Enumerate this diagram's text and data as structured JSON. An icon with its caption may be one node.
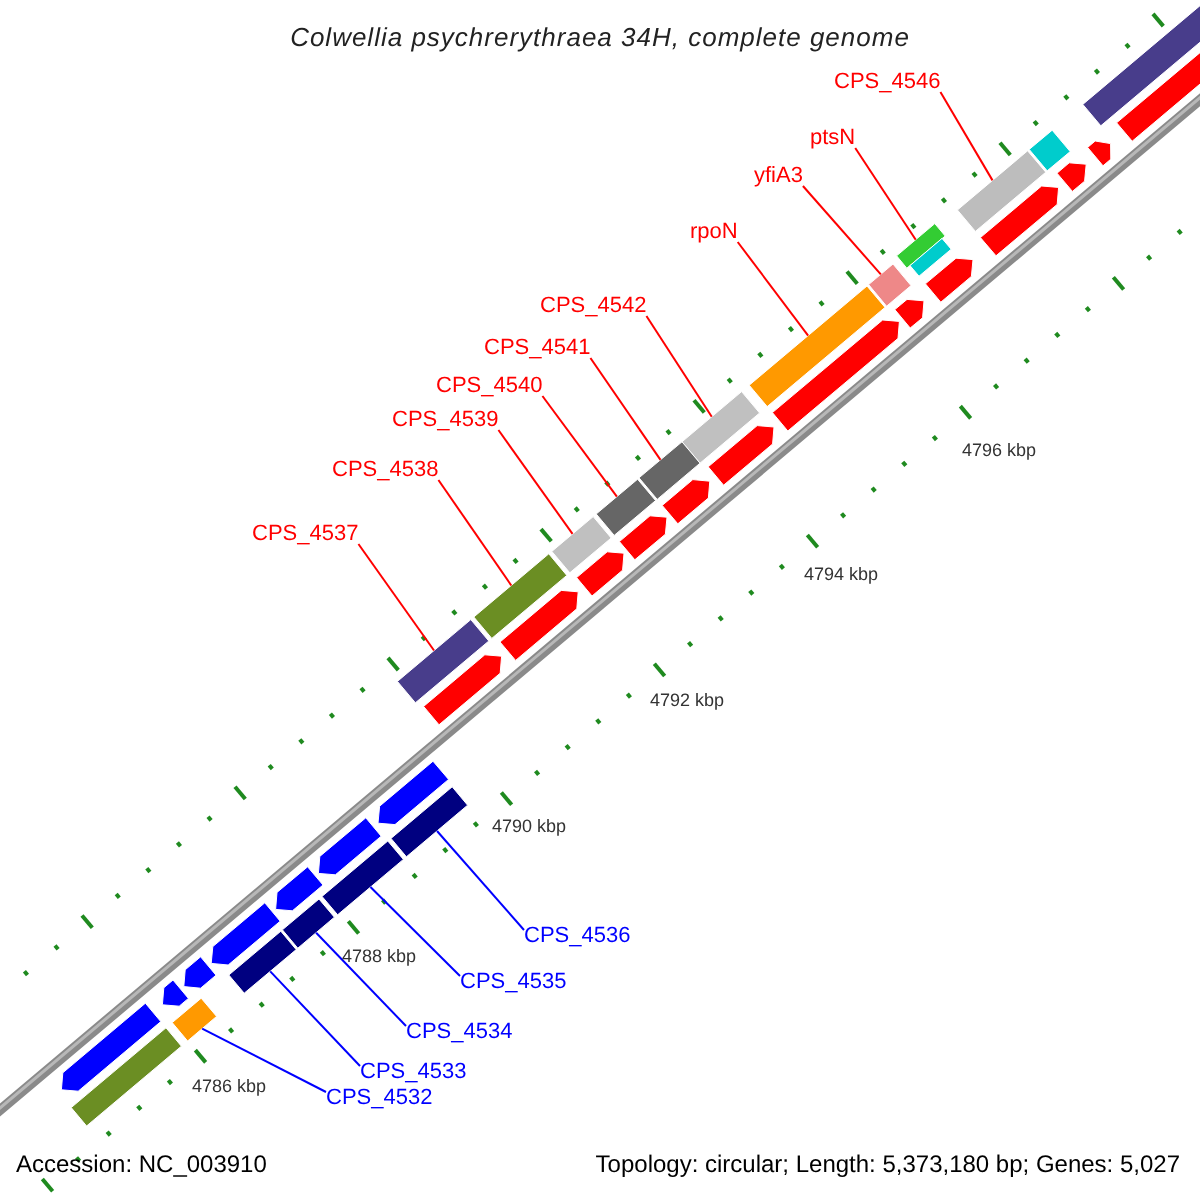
{
  "diagram": {
    "title": "Colwellia psychrerythraea 34H, complete genome",
    "nodes": [
      {
        "text": [
          "CPS_4546"
        ]
      },
      {
        "text": [
          "ptsN"
        ]
      },
      {
        "text": [
          "yfiA3"
        ]
      },
      {
        "text": [
          "rpoN"
        ]
      },
      {
        "text": [
          "CPS_4542"
        ]
      },
      {
        "text": [
          "CPS_4541"
        ]
      },
      {
        "text": [
          "CPS_4540"
        ]
      },
      {
        "text": [
          "CPS_4539"
        ]
      },
      {
        "text": [
          "CPS_4538"
        ]
      },
      {
        "text": [
          "CPS_4537"
        ]
      },
      {
        "text": [
          "CPS_4536"
        ]
      },
      {
        "text": [
          "CPS_4535"
        ]
      },
      {
        "text": [
          "CPS_4534"
        ]
      },
      {
        "text": [
          "CPS_4533"
        ]
      },
      {
        "text": [
          "CPS_4532"
        ]
      },
      {
        "text": [],
        "shape": "bar"
      },
      {
        "text": [],
        "shape": "bar"
      },
      {
        "text": [],
        "shape": "bar"
      },
      {
        "text": [],
        "shape": "bar"
      },
      {
        "text": [],
        "shape": "bar"
      },
      {
        "text": [],
        "shape": "bar"
      },
      {
        "text": [],
        "shape": "bar"
      },
      {
        "text": [],
        "shape": "bar"
      },
      {
        "text": [],
        "shape": "bar"
      },
      {
        "text": [],
        "shape": "bar"
      },
      {
        "text": [],
        "shape": "bar"
      },
      {
        "text": [],
        "shape": "bar"
      },
      {
        "text": [],
        "shape": "bar"
      },
      {
        "text": [],
        "shape": "bar"
      },
      {
        "text": [],
        "shape": "bar"
      },
      {
        "text": [],
        "shape": "bar"
      },
      {
        "text": [],
        "shape": "arrow"
      },
      {
        "text": [],
        "shape": "arrow"
      },
      {
        "text": [],
        "shape": "arrow"
      },
      {
        "text": [],
        "shape": "arrow"
      },
      {
        "text": [],
        "shape": "arrow"
      },
      {
        "text": [],
        "shape": "arrow"
      },
      {
        "text": [],
        "shape": "arrow"
      },
      {
        "text": [],
        "shape": "arrow"
      },
      {
        "text": [],
        "shape": "arrow"
      },
      {
        "text": [],
        "shape": "arrow"
      },
      {
        "text": [],
        "shape": "arrow"
      },
      {
        "text": [],
        "shape": "arrow"
      },
      {
        "text": [],
        "shape": "arrow"
      },
      {
        "text": [],
        "shape": "arrow"
      },
      {
        "text": [],
        "shape": "arrow"
      },
      {
        "text": [],
        "shape": "bar"
      },
      {
        "text": [],
        "shape": "arrow"
      },
      {
        "text": [],
        "shape": "arrow"
      },
      {
        "text": [],
        "shape": "bar"
      },
      {
        "text": [],
        "shape": "arrow"
      },
      {
        "text": [],
        "shape": "arrow"
      },
      {
        "text": [],
        "shape": "bar"
      },
      {
        "text": [],
        "shape": "arrow"
      }
    ],
    "edges": [
      {
        "from": 0,
        "to": 15,
        "arrow": "none"
      },
      {
        "from": 1,
        "to": 16,
        "arrow": "none"
      },
      {
        "from": 2,
        "to": 17,
        "arrow": "none"
      },
      {
        "from": 3,
        "to": 18,
        "arrow": "none"
      },
      {
        "from": 4,
        "to": 19,
        "arrow": "none"
      },
      {
        "from": 5,
        "to": 20,
        "arrow": "none"
      },
      {
        "from": 6,
        "to": 21,
        "arrow": "none"
      },
      {
        "from": 7,
        "to": 22,
        "arrow": "none"
      },
      {
        "from": 8,
        "to": 23,
        "arrow": "none"
      },
      {
        "from": 9,
        "to": 24,
        "arrow": "none"
      },
      {
        "from": 10,
        "to": 25,
        "arrow": "none",
        "color": "#0000ff"
      },
      {
        "from": 11,
        "to": 26,
        "arrow": "none",
        "color": "#0000ff"
      },
      {
        "from": 12,
        "to": 27,
        "arrow": "none",
        "color": "#0000ff"
      },
      {
        "from": 13,
        "to": 28,
        "arrow": "none",
        "color": "#0000ff"
      },
      {
        "from": 14,
        "to": 29,
        "arrow": "none",
        "color": "#0000ff"
      }
    ],
    "labels": [
      "4796 kbp",
      "4794 kbp",
      "4792 kbp",
      "4790 kbp",
      "4788 kbp",
      "4786 kbp",
      "Accession: NC_003910",
      "Topology: circular; Length: 5,373,180 bp; Genes: 5,027"
    ]
  }
}
